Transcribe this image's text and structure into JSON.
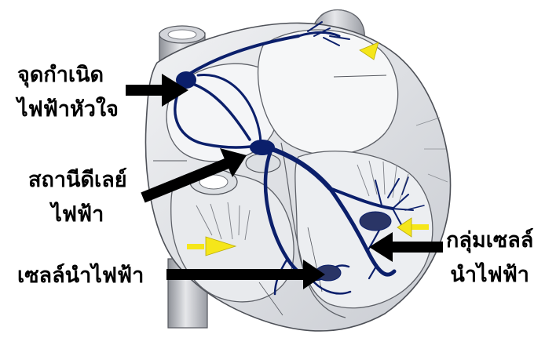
{
  "labels": {
    "sa_node": {
      "line1": "จุดกำเนิด",
      "line2": "ไฟฟ้าหัวใจ"
    },
    "av_node": {
      "line1": "สถานีดีเลย์",
      "line2": "ไฟฟ้า"
    },
    "purkinje": {
      "line1": "เซลล์นำไฟฟ้า"
    },
    "bundle_branch": {
      "line1": "กลุ่มเซลล์",
      "line2": "นำไฟฟ้า"
    }
  },
  "colors": {
    "conduction_path": "#0b1f6b",
    "pointer_arrow": "#000000",
    "flow_arrow": "#f5e61a",
    "tissue_fill": "#e4e6ea",
    "tissue_line": "#6a6d74"
  }
}
